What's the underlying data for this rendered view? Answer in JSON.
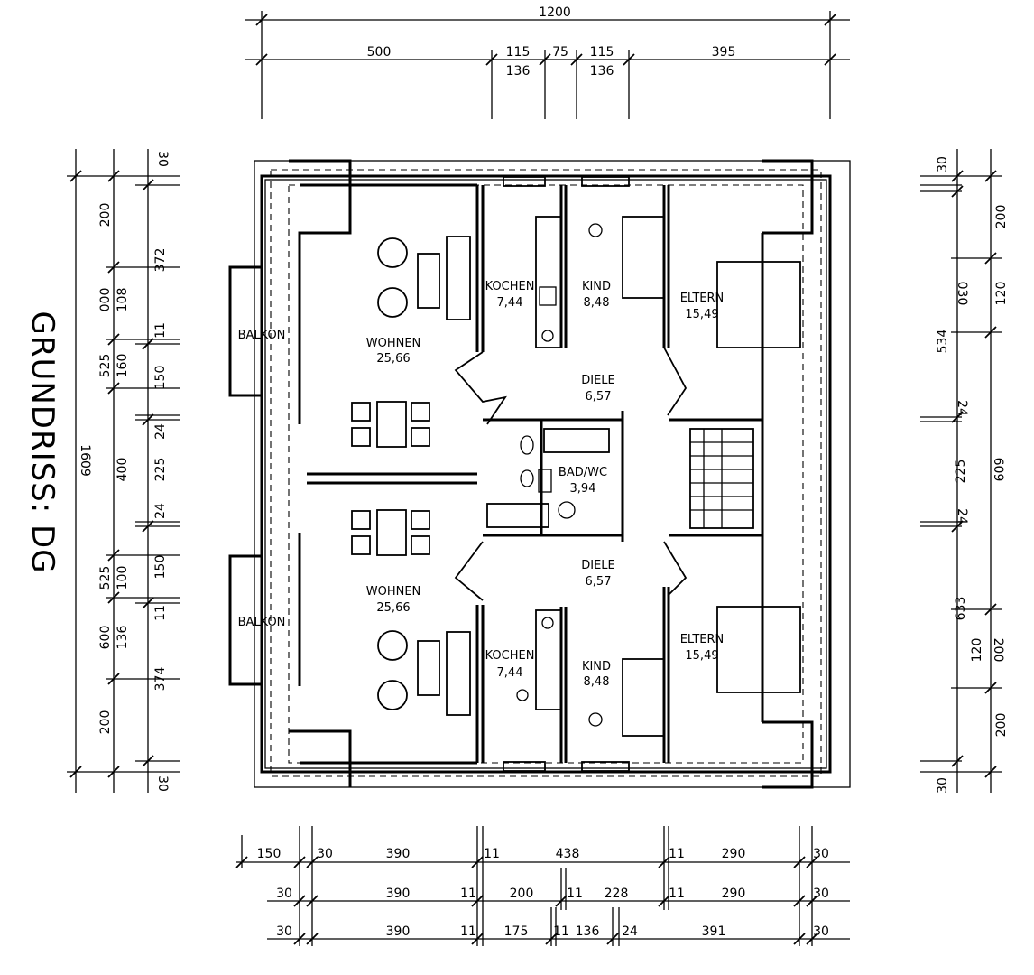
{
  "title": "GRUNDRISS: DG",
  "top_dims": {
    "total": "1200",
    "row2": [
      "500",
      "115",
      "75",
      "115",
      "395"
    ],
    "row2b": [
      "136",
      "136"
    ]
  },
  "left_dims": {
    "outer": [
      "200",
      "000",
      "525",
      "400",
      "525",
      "600",
      "200"
    ],
    "outer_total": "1609",
    "middle": [
      "108",
      "160",
      "100",
      "136"
    ],
    "inner": [
      "30",
      "372",
      "11",
      "150",
      "24",
      "225",
      "24",
      "150",
      "11",
      "374",
      "30"
    ]
  },
  "right_dims": {
    "left_col": [
      "30",
      "030",
      "534",
      "24",
      "225",
      "24",
      "633",
      "120",
      "30"
    ],
    "right_col": [
      "200",
      "120",
      "609",
      "200",
      "200"
    ]
  },
  "bottom_dims": {
    "row1": [
      "150",
      "30",
      "390",
      "11",
      "438",
      "11",
      "290",
      "30"
    ],
    "row2": [
      "30",
      "390",
      "11",
      "200",
      "11",
      "228",
      "11",
      "290",
      "30"
    ],
    "row3": [
      "30",
      "390",
      "11",
      "175",
      "11",
      "136",
      "24",
      "391",
      "30"
    ]
  },
  "rooms": {
    "balkon_top": "BALKON",
    "balkon_bottom": "BALKON",
    "wohnen_top": {
      "name": "WOHNEN",
      "area": "25,66"
    },
    "wohnen_bottom": {
      "name": "WOHNEN",
      "area": "25,66"
    },
    "kochen_top": {
      "name": "KOCHEN",
      "area": "7,44"
    },
    "kochen_bottom": {
      "name": "KOCHEN",
      "area": "7,44"
    },
    "kind_top": {
      "name": "KIND",
      "area": "8,48"
    },
    "kind_bottom": {
      "name": "KIND",
      "area": "8,48"
    },
    "eltern_top": {
      "name": "ELTERN",
      "area": "15,49"
    },
    "eltern_bottom": {
      "name": "ELTERN",
      "area": "15,49"
    },
    "diele_top": {
      "name": "DIELE",
      "area": "6,57"
    },
    "diele_bottom": {
      "name": "DIELE",
      "area": "6,57"
    },
    "bad": {
      "name": "BAD/WC",
      "area": "3,94"
    }
  }
}
